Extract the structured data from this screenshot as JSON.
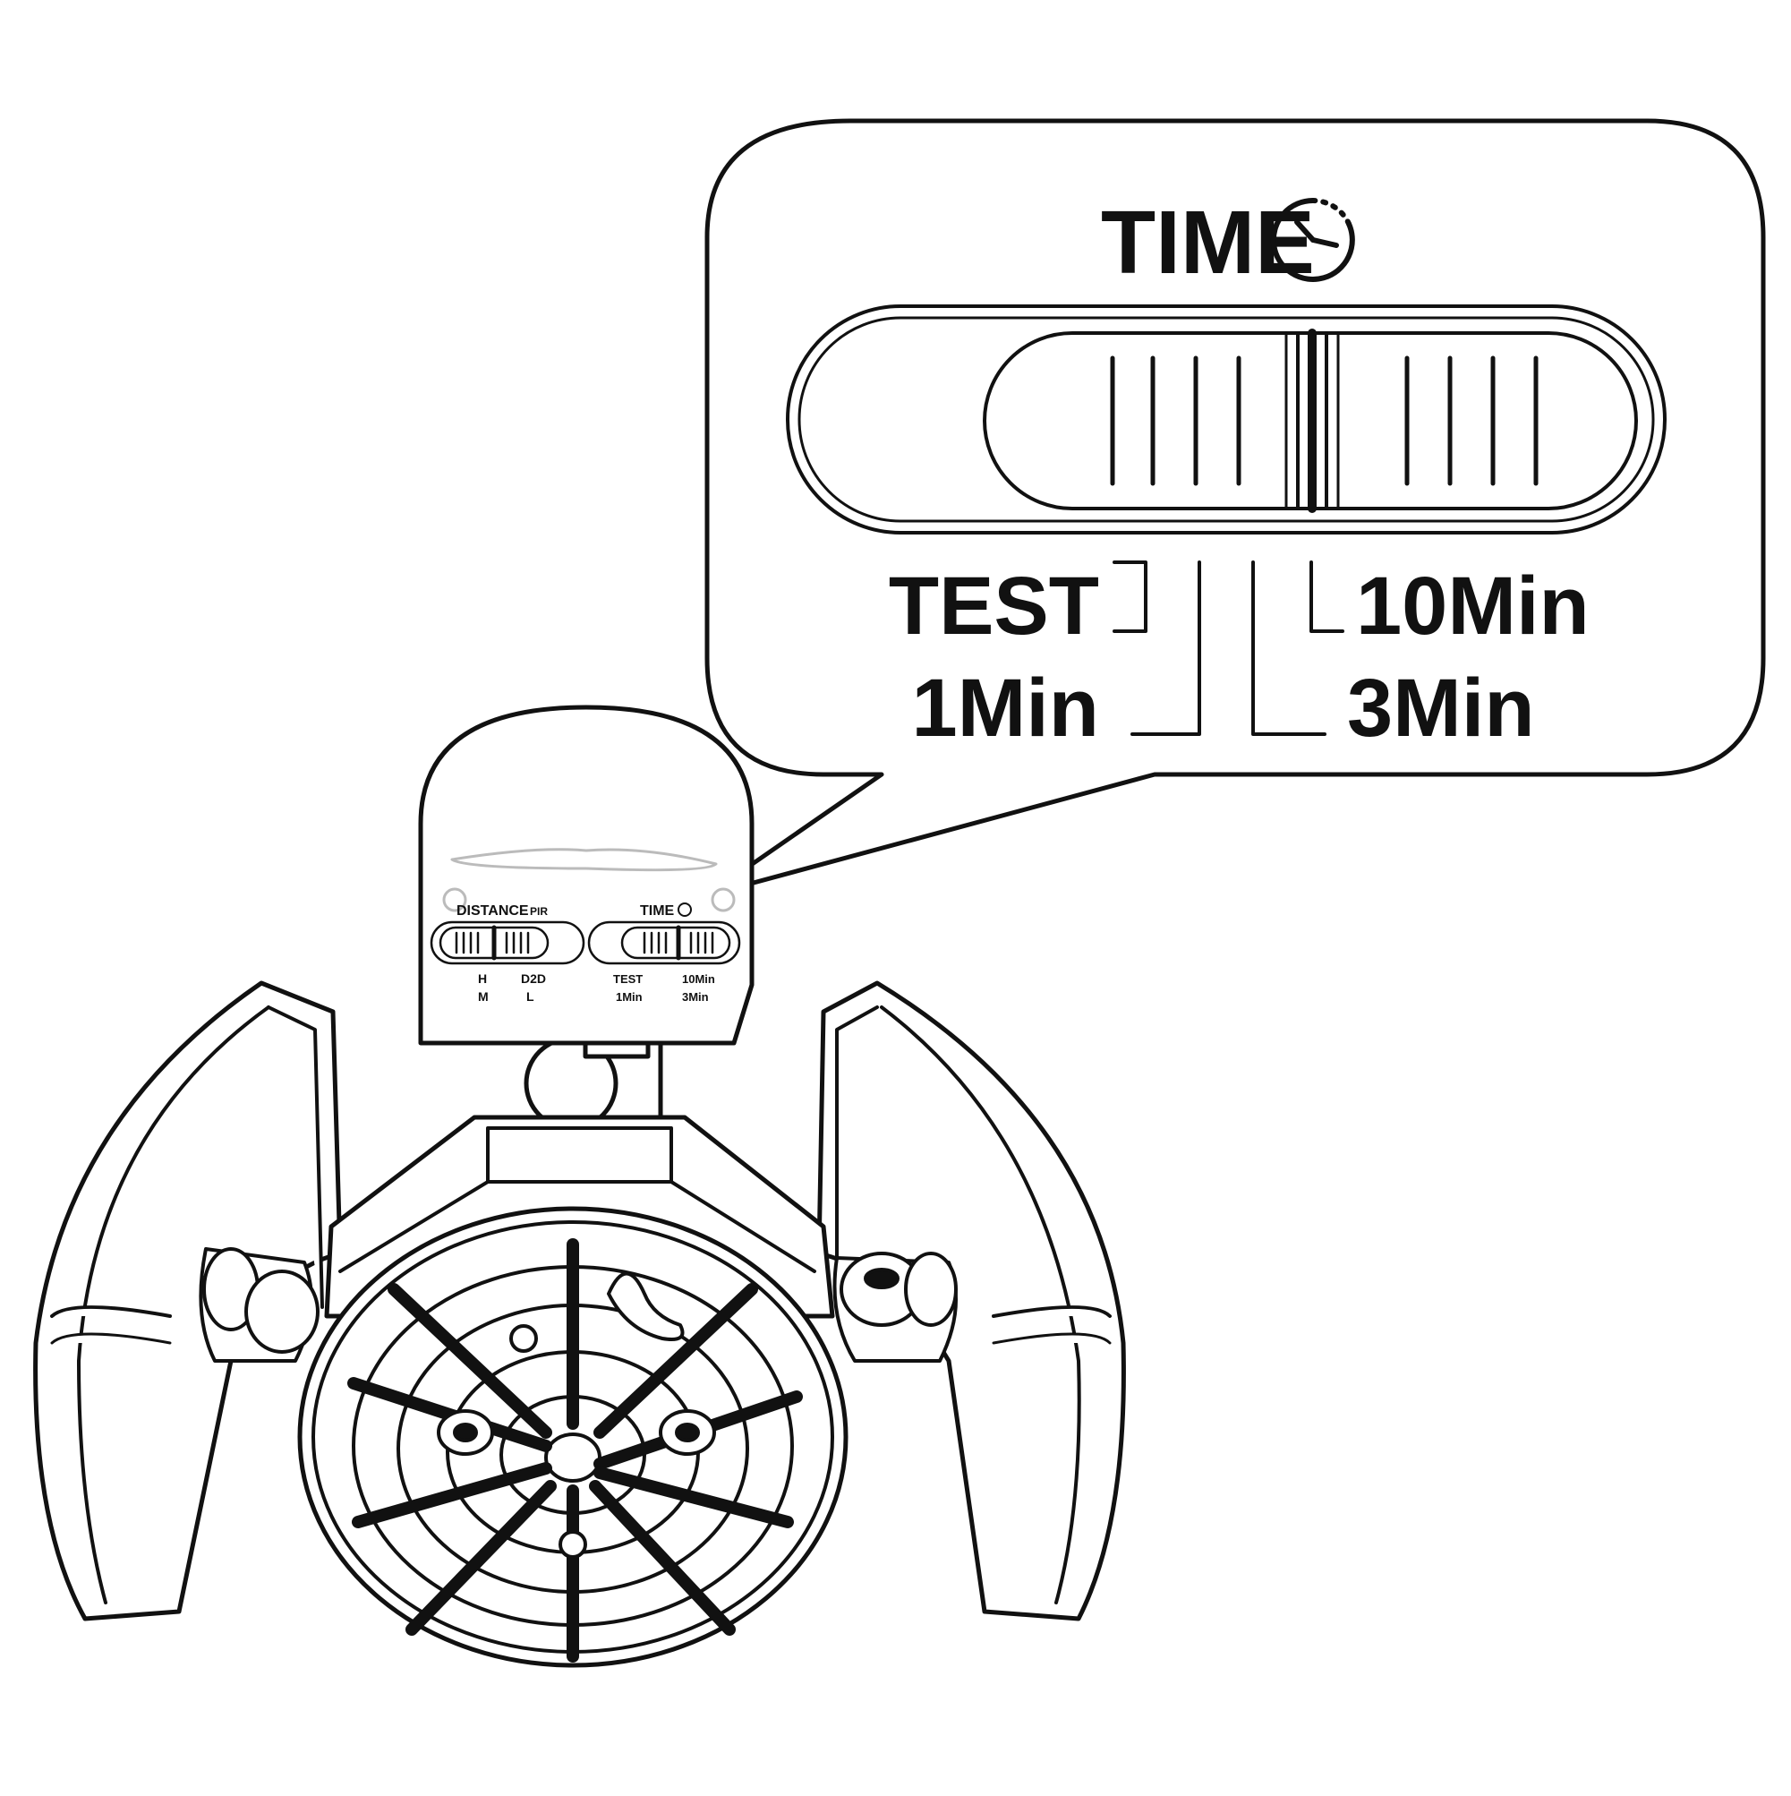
{
  "callout": {
    "title": "TIME",
    "options": {
      "test": "TEST",
      "one_min": "1Min",
      "three_min": "3Min",
      "ten_min": "10Min"
    }
  },
  "device": {
    "distance_label": "DISTANCE",
    "distance_suffix": "PIR",
    "time_label": "TIME",
    "distance_options": {
      "h": "H",
      "m": "M",
      "l": "L",
      "d2d": "D2D"
    },
    "time_options": {
      "test": "TEST",
      "one_min": "1Min",
      "three_min": "3Min",
      "ten_min": "10Min"
    }
  }
}
